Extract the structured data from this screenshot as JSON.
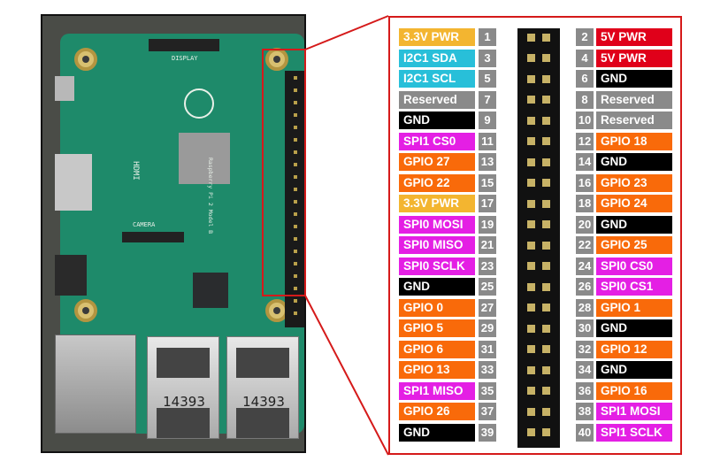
{
  "pins_left": [
    {
      "num": "1",
      "label": "3.3V PWR",
      "color": "#f3b530"
    },
    {
      "num": "3",
      "label": "I2C1 SDA",
      "color": "#28bfd9"
    },
    {
      "num": "5",
      "label": "I2C1 SCL",
      "color": "#28bfd9"
    },
    {
      "num": "7",
      "label": "Reserved",
      "color": "#8a8a8a"
    },
    {
      "num": "9",
      "label": "GND",
      "color": "#000000"
    },
    {
      "num": "11",
      "label": "SPI1 CS0",
      "color": "#e41fe4"
    },
    {
      "num": "13",
      "label": "GPIO 27",
      "color": "#f96a0a"
    },
    {
      "num": "15",
      "label": "GPIO 22",
      "color": "#f96a0a"
    },
    {
      "num": "17",
      "label": "3.3V PWR",
      "color": "#f3b530"
    },
    {
      "num": "19",
      "label": "SPI0 MOSI",
      "color": "#e41fe4"
    },
    {
      "num": "21",
      "label": "SPI0 MISO",
      "color": "#e41fe4"
    },
    {
      "num": "23",
      "label": "SPI0 SCLK",
      "color": "#e41fe4"
    },
    {
      "num": "25",
      "label": "GND",
      "color": "#000000"
    },
    {
      "num": "27",
      "label": "GPIO 0",
      "color": "#f96a0a"
    },
    {
      "num": "29",
      "label": "GPIO 5",
      "color": "#f96a0a"
    },
    {
      "num": "31",
      "label": "GPIO 6",
      "color": "#f96a0a"
    },
    {
      "num": "33",
      "label": "GPIO 13",
      "color": "#f96a0a"
    },
    {
      "num": "35",
      "label": "SPI1 MISO",
      "color": "#e41fe4"
    },
    {
      "num": "37",
      "label": "GPIO 26",
      "color": "#f96a0a"
    },
    {
      "num": "39",
      "label": "GND",
      "color": "#000000"
    }
  ],
  "pins_right": [
    {
      "num": "2",
      "label": "5V PWR",
      "color": "#e0001a"
    },
    {
      "num": "4",
      "label": "5V PWR",
      "color": "#e0001a"
    },
    {
      "num": "6",
      "label": "GND",
      "color": "#000000"
    },
    {
      "num": "8",
      "label": "Reserved",
      "color": "#8a8a8a"
    },
    {
      "num": "10",
      "label": "Reserved",
      "color": "#8a8a8a"
    },
    {
      "num": "12",
      "label": "GPIO 18",
      "color": "#f96a0a"
    },
    {
      "num": "14",
      "label": "GND",
      "color": "#000000"
    },
    {
      "num": "16",
      "label": "GPIO 23",
      "color": "#f96a0a"
    },
    {
      "num": "18",
      "label": "GPIO 24",
      "color": "#f96a0a"
    },
    {
      "num": "20",
      "label": "GND",
      "color": "#000000"
    },
    {
      "num": "22",
      "label": "GPIO 25",
      "color": "#f96a0a"
    },
    {
      "num": "24",
      "label": "SPI0 CS0",
      "color": "#e41fe4"
    },
    {
      "num": "26",
      "label": "SPI0 CS1",
      "color": "#e41fe4"
    },
    {
      "num": "28",
      "label": "GPIO 1",
      "color": "#f96a0a"
    },
    {
      "num": "30",
      "label": "GND",
      "color": "#000000"
    },
    {
      "num": "32",
      "label": "GPIO 12",
      "color": "#f96a0a"
    },
    {
      "num": "34",
      "label": "GND",
      "color": "#000000"
    },
    {
      "num": "36",
      "label": "GPIO 16",
      "color": "#f96a0a"
    },
    {
      "num": "38",
      "label": "SPI1 MOSI",
      "color": "#e41fe4"
    },
    {
      "num": "40",
      "label": "SPI1 SCLK",
      "color": "#e41fe4"
    }
  ],
  "board": {
    "usb_labels": [
      "14393",
      "14393"
    ],
    "silkscreen": [
      "DISPLAY",
      "HDMI",
      "CAMERA",
      "Raspberry Pi 2 Model B"
    ]
  },
  "colors": {
    "frame": "#d51a1a",
    "pcb": "#1e8a6a"
  }
}
